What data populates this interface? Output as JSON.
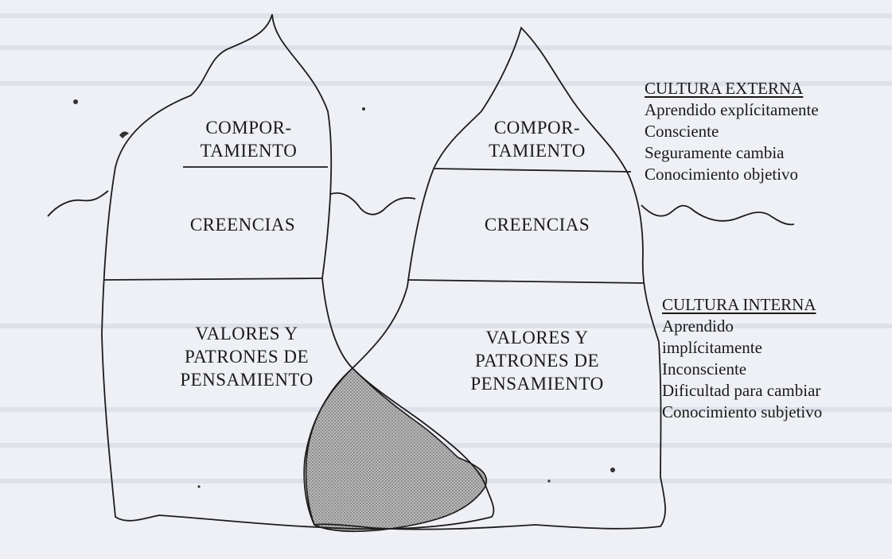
{
  "left_iceberg": {
    "top": "COMPOR-\nTAMIENTO",
    "middle": "CREENCIAS",
    "bottom": "VALORES Y\nPATRONES DE\nPENSAMIENTO"
  },
  "right_iceberg": {
    "top": "COMPOR-\nTAMIENTO",
    "middle": "CREENCIAS",
    "bottom": "VALORES Y\nPATRONES DE\nPENSAMIENTO"
  },
  "external": {
    "heading": "CULTURA EXTERNA",
    "items": [
      "Aprendido explícitamente",
      "Consciente",
      "Seguramente cambia",
      "Conocimiento objetivo"
    ]
  },
  "internal": {
    "heading": "CULTURA INTERNA",
    "items": [
      "Aprendido",
      "implícitamente",
      "Inconsciente",
      "Dificultad para cambiar",
      "Conocimiento subjetivo"
    ]
  },
  "colors": {
    "ink": "#1c1c1c",
    "paper": "#eef0f5",
    "overlap_fill": "#9a9a9a"
  }
}
